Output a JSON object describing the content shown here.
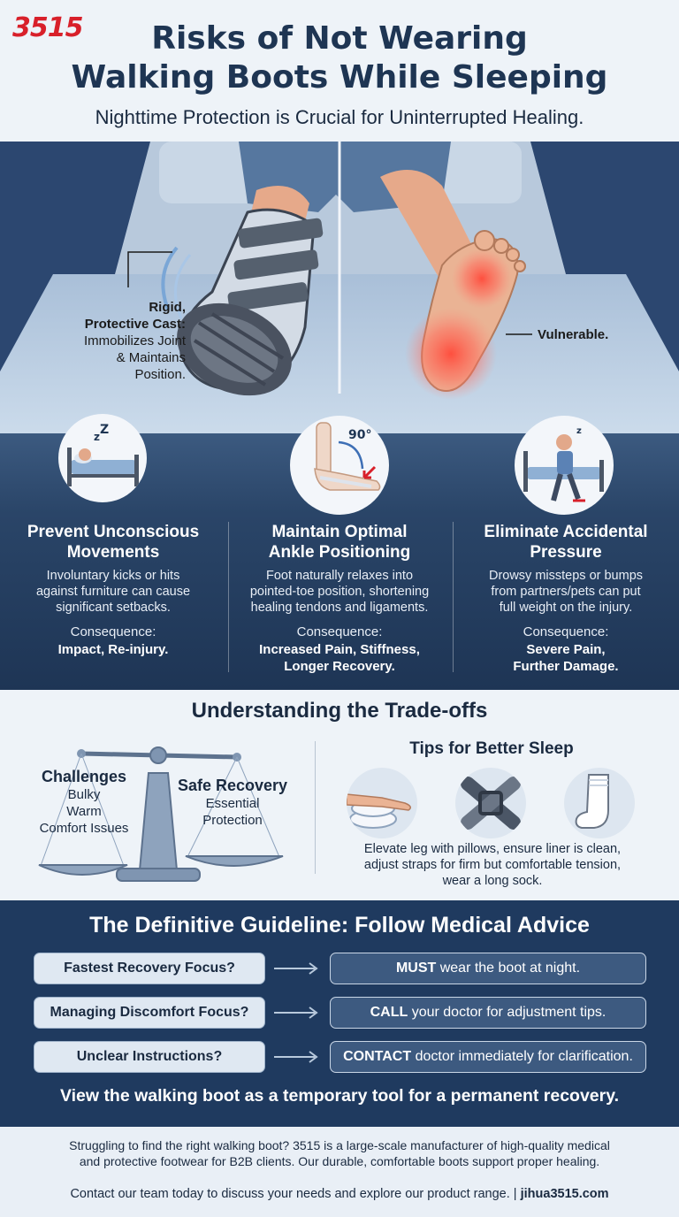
{
  "header": {
    "logo": "3515",
    "title_line1": "Risks of Not Wearing",
    "title_line2": "Walking Boots While Sleeping",
    "subtitle": "Nighttime Protection is Crucial for Uninterrupted Healing."
  },
  "hero": {
    "left_label_bold1": "Rigid,",
    "left_label_bold2": "Protective Cast:",
    "left_label_line3": "Immobilizes Joint",
    "left_label_line4": "& Maintains Position.",
    "right_label": "Vulnerable.",
    "angle_label": "90°"
  },
  "risks": [
    {
      "title_line1": "Prevent Unconscious",
      "title_line2": "Movements",
      "desc_line1": "Involuntary kicks or hits",
      "desc_line2": "against furniture can cause",
      "desc_line3": "significant setbacks.",
      "consequence_label": "Consequence:",
      "consequence_line1": "Impact, Re-injury.",
      "consequence_line2": ""
    },
    {
      "title_line1": "Maintain Optimal",
      "title_line2": "Ankle Positioning",
      "desc_line1": "Foot naturally relaxes into",
      "desc_line2": "pointed-toe position, shortening",
      "desc_line3": "healing tendons and ligaments.",
      "consequence_label": "Consequence:",
      "consequence_line1": "Increased Pain, Stiffness,",
      "consequence_line2": "Longer Recovery."
    },
    {
      "title_line1": "Eliminate Accidental",
      "title_line2": "Pressure",
      "desc_line1": "Drowsy missteps or bumps",
      "desc_line2": "from partners/pets can put",
      "desc_line3": "full weight on the injury.",
      "consequence_label": "Consequence:",
      "consequence_line1": "Severe Pain,",
      "consequence_line2": "Further Damage."
    }
  ],
  "tradeoffs": {
    "title": "Understanding the Trade-offs",
    "challenges_title": "Challenges",
    "challenges_items": [
      "Bulky",
      "Warm",
      "Comfort Issues"
    ],
    "safe_title": "Safe Recovery",
    "safe_items": [
      "Essential",
      "Protection"
    ],
    "tips_title": "Tips for Better Sleep",
    "tips_line1": "Elevate leg with pillows, ensure liner is clean,",
    "tips_line2": "adjust straps for firm but comfortable tension,",
    "tips_line3": "wear a long sock."
  },
  "guideline": {
    "title": "The Definitive Guideline: Follow Medical Advice",
    "rows": [
      {
        "question": "Fastest Recovery Focus?",
        "answer_bold": "MUST",
        "answer_rest": " wear the boot at night."
      },
      {
        "question": "Managing Discomfort Focus?",
        "answer_bold": "CALL",
        "answer_rest": " your doctor for adjustment tips."
      },
      {
        "question": "Unclear Instructions?",
        "answer_bold": "CONTACT",
        "answer_rest": " doctor immediately for clarification."
      }
    ],
    "footer": "View the walking boot as a temporary tool for a permanent recovery."
  },
  "footer": {
    "line1": "Struggling to find the right walking boot? 3515 is a large-scale manufacturer of high-quality medical",
    "line2": "and protective footwear for B2B clients. Our durable, comfortable boots support proper healing.",
    "contact": "Contact our team today to discuss your needs and explore our product range. | ",
    "website": "jihua3515.com"
  },
  "colors": {
    "brand_red": "#d8202a",
    "navy": "#1f3a5f",
    "title_navy": "#1e3553",
    "inflammation_red": "#e8403a"
  }
}
